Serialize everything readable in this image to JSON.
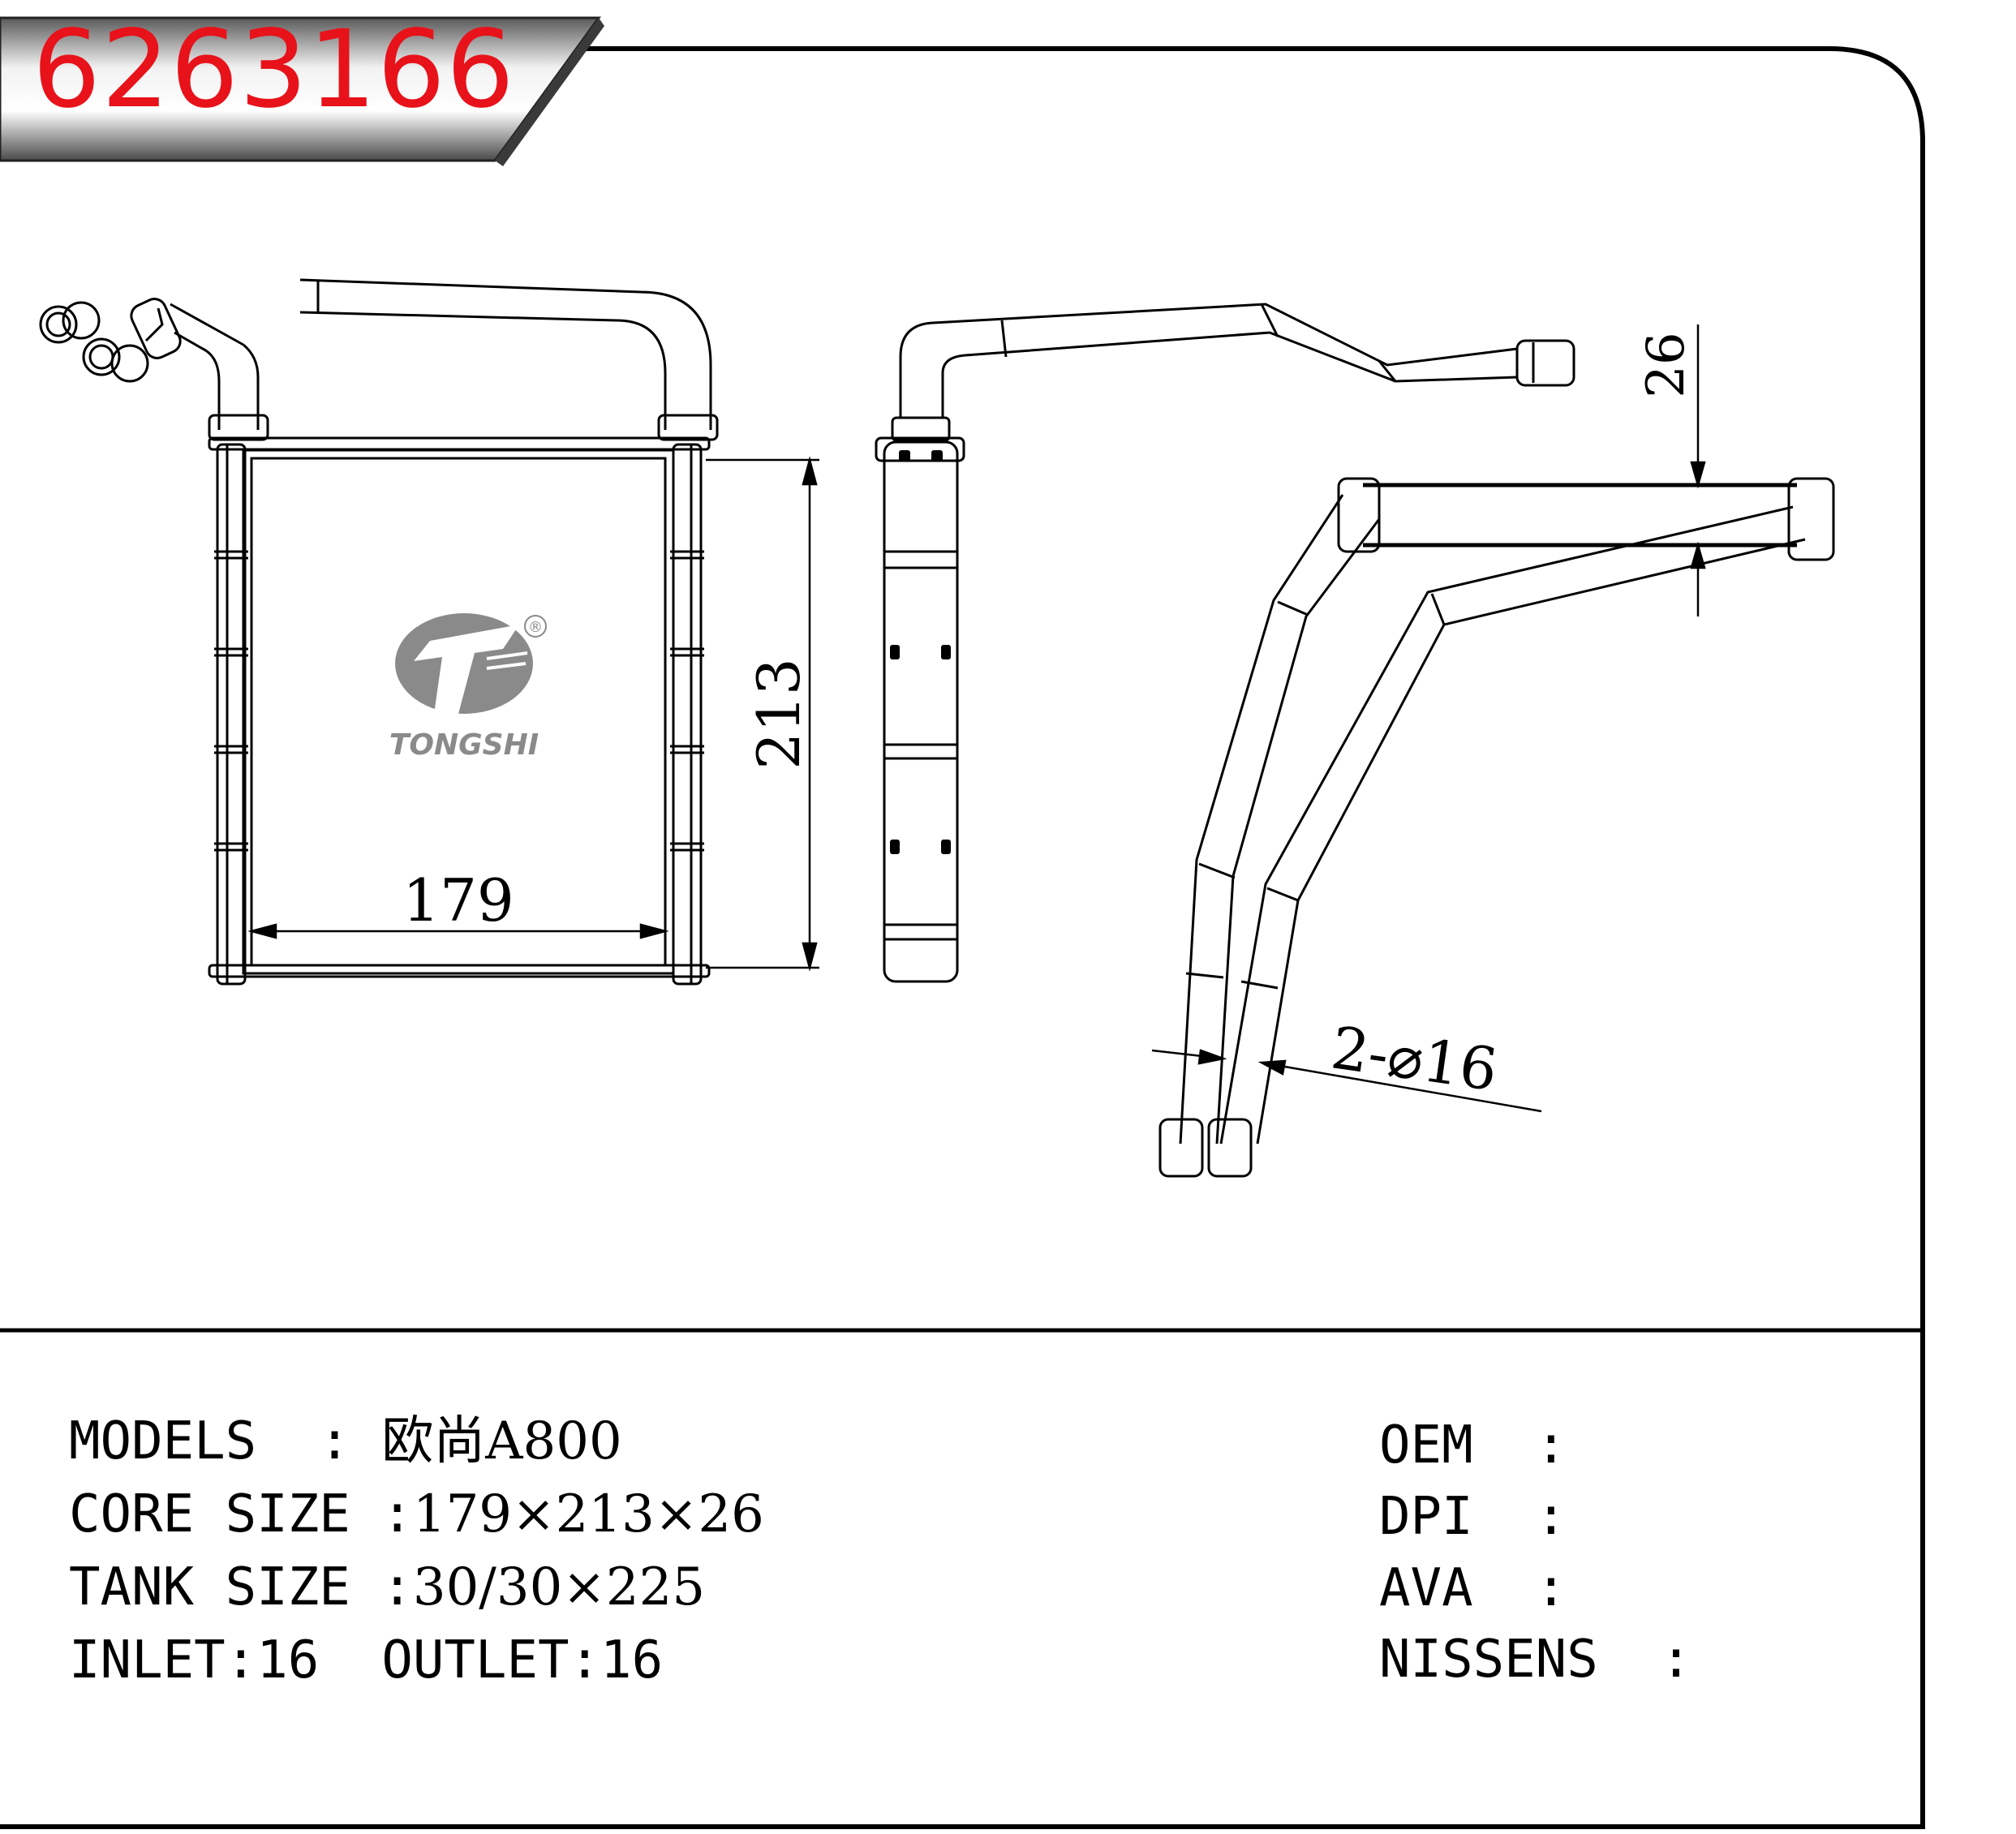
{
  "part_number": "6263166",
  "brand": {
    "name": "TONGSHI",
    "registered_mark": "®"
  },
  "dimensions": {
    "width_label": "179",
    "height_label": "213",
    "depth_label": "26",
    "pipe_label": "2-⌀16"
  },
  "specs_left": [
    {
      "label": "MODELS  : ",
      "value": "欧尚A800"
    },
    {
      "label": "CORE SIZE :",
      "value": "179×213×26"
    },
    {
      "label": "TANK SIZE :",
      "value": "30/30×225"
    },
    {
      "label": "INLET:16  OUTLET:16",
      "value": ""
    }
  ],
  "specs_right": [
    {
      "label": "OEM  :"
    },
    {
      "label": "DPI  :"
    },
    {
      "label": "AVA  :"
    },
    {
      "label": "NISSENS  :"
    }
  ]
}
